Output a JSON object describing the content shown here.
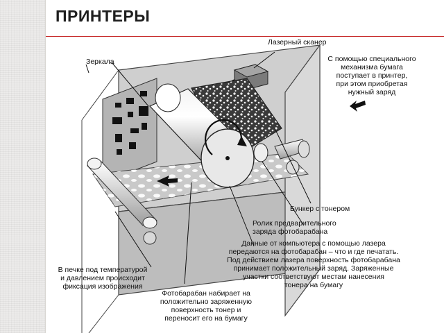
{
  "slide": {
    "title": "ПРИНТЕРЫ"
  },
  "diagram": {
    "labels": {
      "laser_scanner": "Лазерный сканер",
      "paper_charge": [
        "С помощью специального",
        "механизма бумага",
        "поступает в принтер,",
        "при этом приобретая",
        "нужный заряд"
      ],
      "mirrors": "Зеркала",
      "toner_hopper": "Бункер с тонером",
      "charge_roller": [
        "Ролик предварительного",
        "заряда фотобарабана"
      ],
      "laser_data": [
        "Данные от компьютера с помощью лазера",
        "передаются на фотобарабан – что и где печатать.",
        "Под действием лазера поверхность фотобарабана",
        "принимает положительный заряд. Заряженные",
        "участки соответствуют местам нанесения",
        "тонера на бумагу"
      ],
      "fuser": [
        "В печке под температурой",
        "и давлением происходит",
        "фиксация изображения"
      ],
      "photodrum": [
        "Фотобарабан набирает на",
        "положительно заряженную",
        "поверхность тонер и",
        "переносит его на бумагу"
      ]
    }
  }
}
